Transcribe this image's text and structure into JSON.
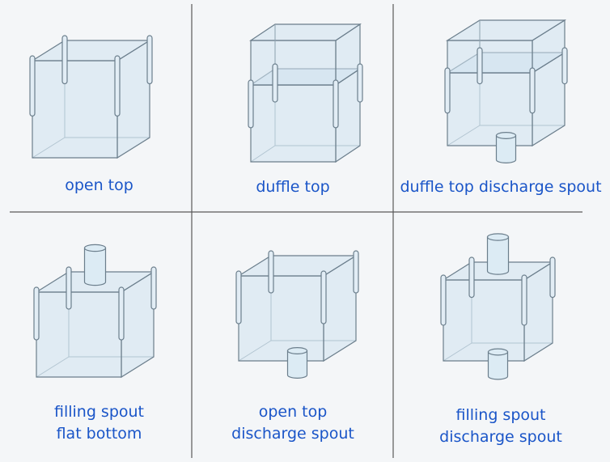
{
  "panels": [
    {
      "id": "open-top",
      "caption": [
        "open top"
      ],
      "top": "open",
      "bottom": "flat"
    },
    {
      "id": "duffle-top",
      "caption": [
        "duffle top"
      ],
      "top": "duffle",
      "bottom": "flat"
    },
    {
      "id": "duffle-top-discharge-spout",
      "caption": [
        "duffle top discharge spout"
      ],
      "top": "duffle",
      "bottom": "spout"
    },
    {
      "id": "filling-spout-flat-bottom",
      "caption": [
        "filling spout",
        "flat bottom"
      ],
      "top": "spout",
      "bottom": "flat"
    },
    {
      "id": "open-top-discharge-spout",
      "caption": [
        "open top",
        "discharge spout"
      ],
      "top": "open",
      "bottom": "spout"
    },
    {
      "id": "filling-spout-discharge-spout",
      "caption": [
        "filling spout",
        "discharge spout"
      ],
      "top": "spout",
      "bottom": "spout"
    }
  ],
  "colors": {
    "caption": "#1a55c8",
    "background": "#f4f6f8",
    "bag_fill": "#cfe2ef",
    "outline": "#6b7e8c"
  }
}
